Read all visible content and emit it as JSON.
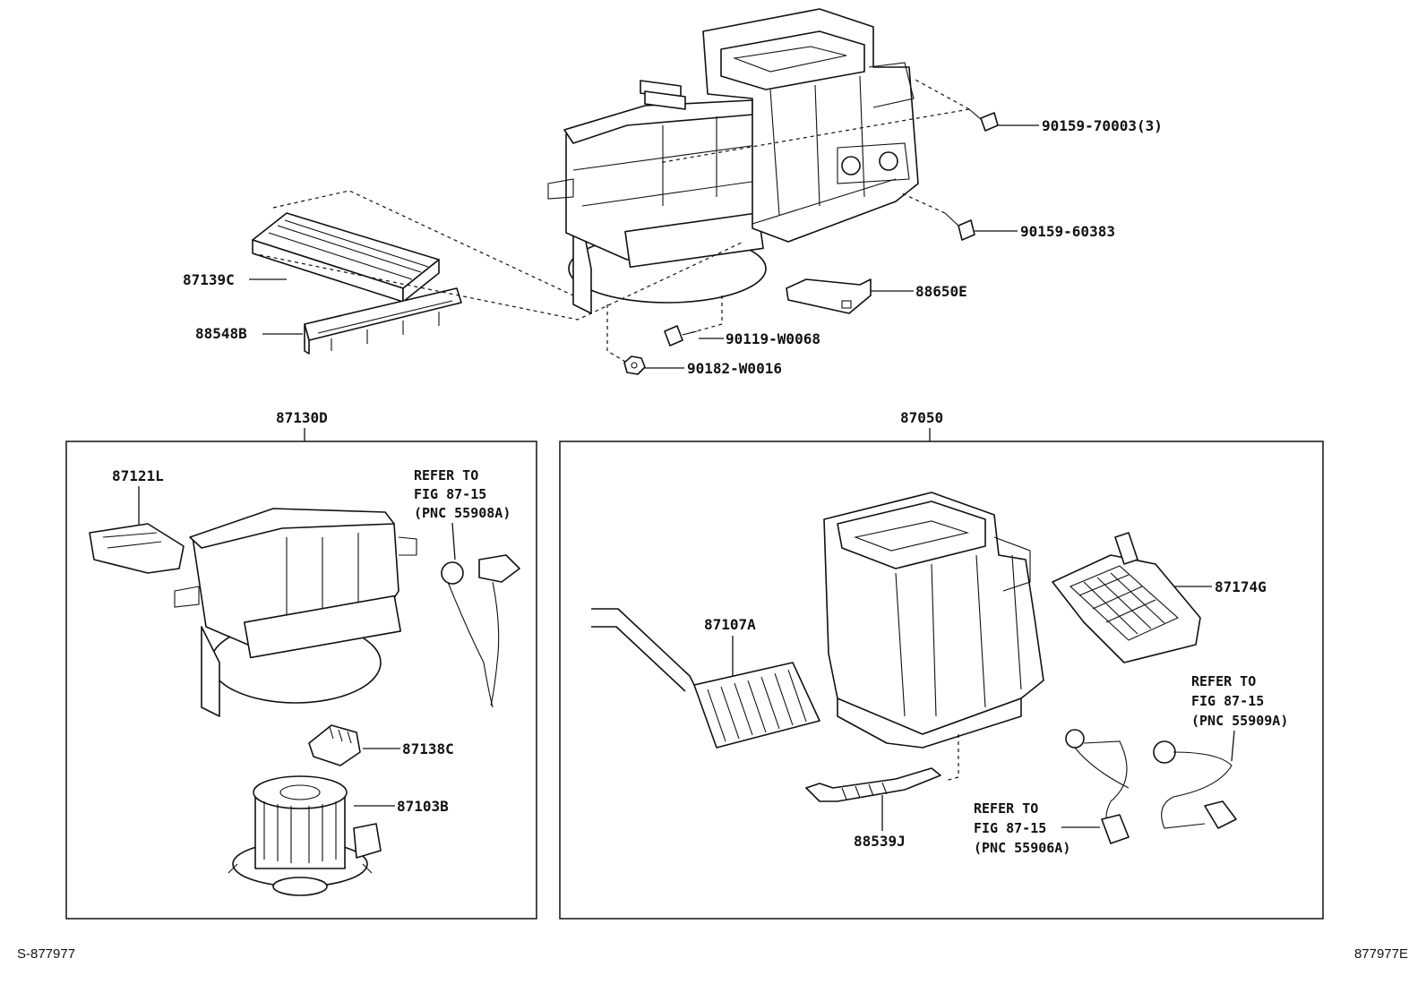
{
  "parts": {
    "screw_90159_70003": "90159-70003(3)",
    "screw_90159_60383": "90159-60383",
    "filter_87139C": "87139C",
    "case_88548B": "88548B",
    "amplifier_88650E": "88650E",
    "screw_90119_W0068": "90119-W0068",
    "nut_90182_W0016": "90182-W0016",
    "blower_assy_87130D": "87130D",
    "heater_assy_87050": "87050",
    "case_87121L": "87121L",
    "resistor_87138C": "87138C",
    "motor_87103B": "87103B",
    "core_87107A": "87107A",
    "evaporator_87174G": "87174G",
    "hose_88539J": "88539J"
  },
  "refer_notes": {
    "blower": {
      "line1": "REFER TO",
      "line2": "FIG 87-15",
      "line3": "(PNC 55908A)"
    },
    "heater_right": {
      "line1": "REFER TO",
      "line2": "FIG 87-15",
      "line3": "(PNC 55909A)"
    },
    "heater_bottom": {
      "line1": "REFER TO",
      "line2": "FIG 87-15",
      "line3": "(PNC 55906A)"
    }
  },
  "footer": {
    "left": "S-877977",
    "right": "877977E"
  }
}
